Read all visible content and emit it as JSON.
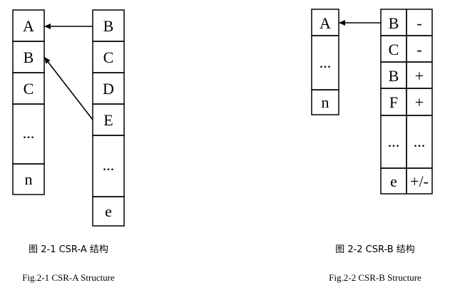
{
  "figure_a": {
    "left_column": [
      "A",
      "B",
      "C",
      "...",
      "n"
    ],
    "right_column": [
      "B",
      "C",
      "D",
      "E",
      "...",
      "e"
    ],
    "caption_cn": "图 2-1 CSR-A 结构",
    "caption_en": "Fig.2-1  CSR-A Structure"
  },
  "figure_b": {
    "left_column": [
      "A",
      "...",
      "n"
    ],
    "right_column": [
      "B",
      "C",
      "B",
      "F",
      "...",
      "e"
    ],
    "sign_column": [
      "-",
      "-",
      "+",
      "+",
      "...",
      "+/-"
    ],
    "caption_cn": "图 2-2 CSR-B 结构",
    "caption_en": "Fig.2-2  CSR-B   Structure"
  }
}
